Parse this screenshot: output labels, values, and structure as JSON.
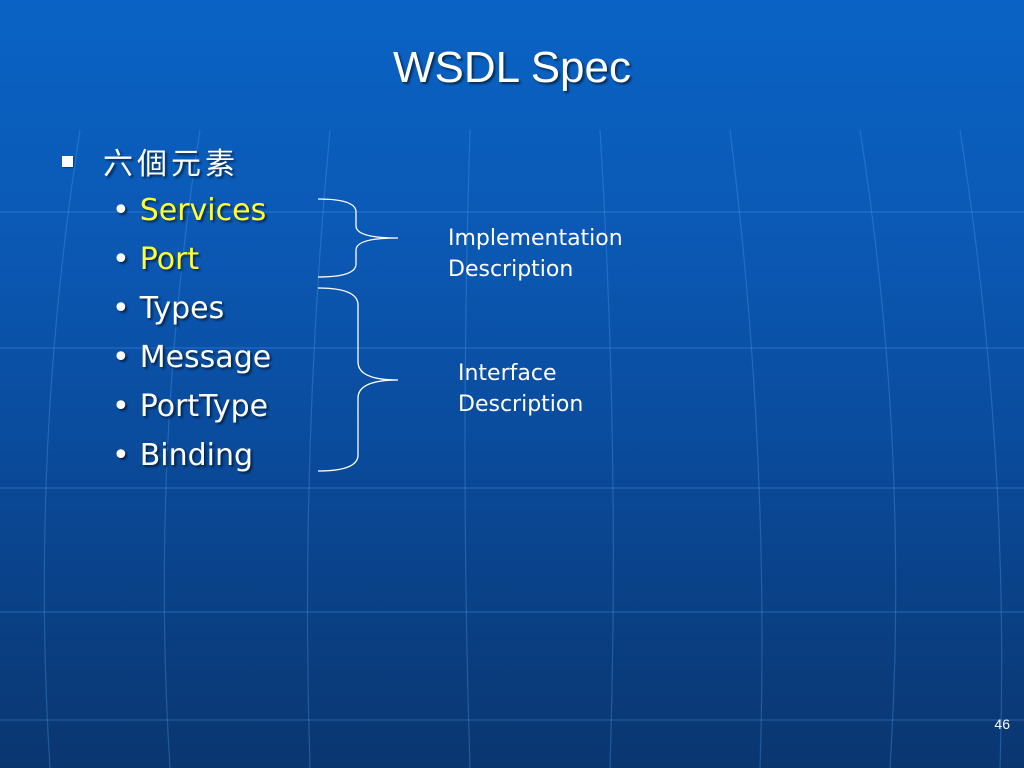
{
  "slide": {
    "title": "WSDL Spec",
    "level1": "六個元素",
    "items": [
      {
        "label": "Services",
        "highlight": true
      },
      {
        "label": "Port",
        "highlight": true
      },
      {
        "label": "Types",
        "highlight": false
      },
      {
        "label": "Message",
        "highlight": false
      },
      {
        "label": "PortType",
        "highlight": false
      },
      {
        "label": "Binding",
        "highlight": false
      }
    ],
    "bullet_char": "•",
    "implementation": {
      "line1": "Implementation",
      "line2": "Description"
    },
    "interface": {
      "line1": "Interface",
      "line2": "Description"
    },
    "slide_number": "46"
  },
  "colors": {
    "background": "#0b59b5",
    "text": "#ffffff",
    "highlight": "#ffff33"
  }
}
